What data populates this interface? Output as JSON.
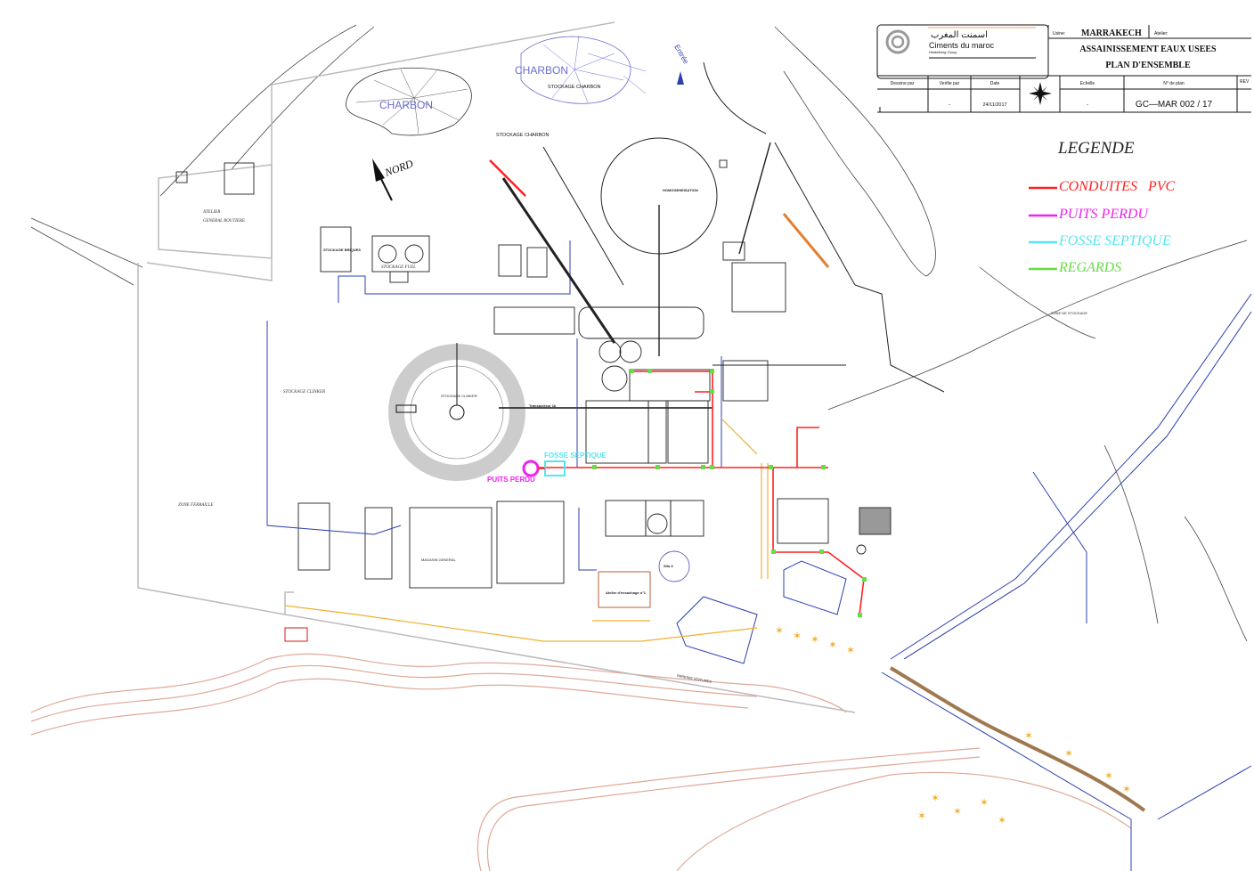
{
  "title_block": {
    "company_arabic": "اسمنت المغرب",
    "company_name": "Ciments du maroc",
    "company_group": "Heidelberg Group",
    "usine_label": "Usine:",
    "usine_value": "MARRAKECH",
    "atelier_label": "Atelier:",
    "title_line1": "ASSAINISSEMENT EAUX USEES",
    "title_line2": "PLAN D'ENSEMBLE",
    "dessine_label": "Dessine par",
    "verifie_label": "Verifie par",
    "date_label": "Date",
    "echelle_label": "Echelle",
    "plan_no_label": "N° de plan",
    "rev_label": "REV",
    "verifie_value": "-",
    "date_value": "24/11/2017",
    "echelle_value": "-",
    "plan_no_value": "GC—MAR 002 / 17"
  },
  "legend": {
    "title": "LEGENDE",
    "items": [
      {
        "label": "CONDUITES   PVC",
        "color": "#ff2020"
      },
      {
        "label": "PUITS PERDU",
        "color": "#ee22ee"
      },
      {
        "label": "FOSSE SEPTIQUE",
        "color": "#55e6f0"
      },
      {
        "label": "REGARDS",
        "color": "#66dd44"
      }
    ]
  },
  "map_labels": {
    "charbon_1": "CHARBON",
    "charbon_2": "CHARBON",
    "stockage_charbon_1": "STOCKAGE CHARBON",
    "stockage_charbon_2": "STOCKAGE CHARBON",
    "entree": "Entrée",
    "nord": "NORD",
    "atelier_1": "ATELIER",
    "atelier_2": "GENERAL ROUTIERE",
    "stockage_briques": "STOCKAGE BRIQUES",
    "stockage_fuel": "STOCKAGE FUEL",
    "homogeneisation": "HOMOGENEISATION",
    "stockage_clinker": "STOCKAGE CLINKER",
    "stockage_clinker_center": "STOCKAGE CLINKER",
    "zone_ferraille": "ZONE FERRAILLE",
    "zone_stockage": "ZONE DE STOCKAGE",
    "transporteur": "Transporteur 1k",
    "fosse_septique": "FOSSE SEPTIQUE",
    "puits_perdu": "PUITS PERDU",
    "silo": "Silo 6",
    "atelier_ensachage": "Atelier d'ensachage n°1",
    "parking": "PARKING VOITURES",
    "magasin": "MAGASIN GENERAL"
  }
}
